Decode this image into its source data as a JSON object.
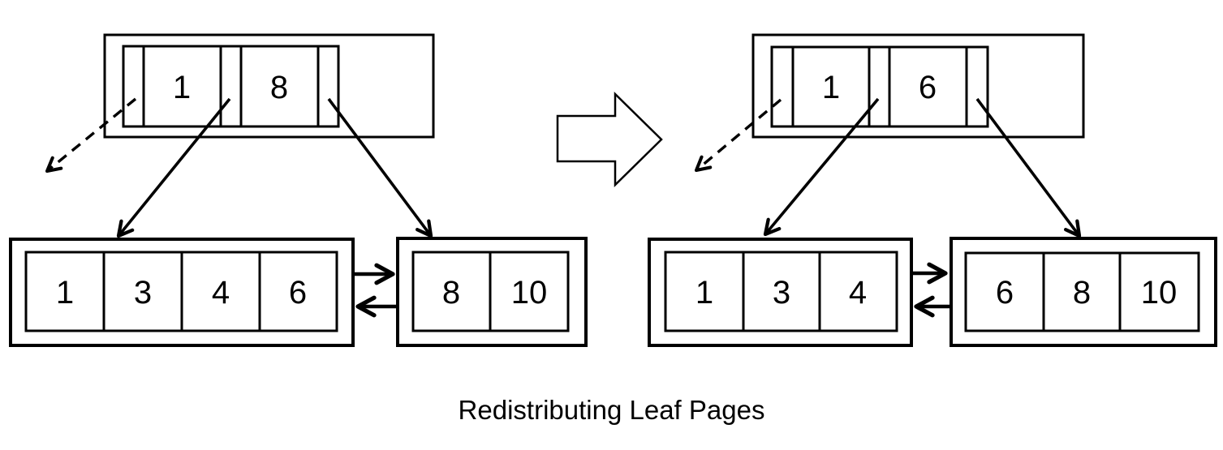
{
  "caption": "Redistributing Leaf Pages",
  "colors": {
    "line": "#000000",
    "background": "#ffffff"
  },
  "diagram": {
    "type": "btree-leaf-redistribution",
    "panels": [
      {
        "id": "before",
        "index_node": {
          "keys": [
            "1",
            "8"
          ]
        },
        "leaf_nodes": [
          {
            "keys": [
              "1",
              "3",
              "4",
              "6"
            ]
          },
          {
            "keys": [
              "8",
              "10"
            ]
          }
        ]
      },
      {
        "id": "after",
        "index_node": {
          "keys": [
            "1",
            "6"
          ]
        },
        "leaf_nodes": [
          {
            "keys": [
              "1",
              "3",
              "4"
            ]
          },
          {
            "keys": [
              "6",
              "8",
              "10"
            ]
          }
        ]
      }
    ]
  }
}
